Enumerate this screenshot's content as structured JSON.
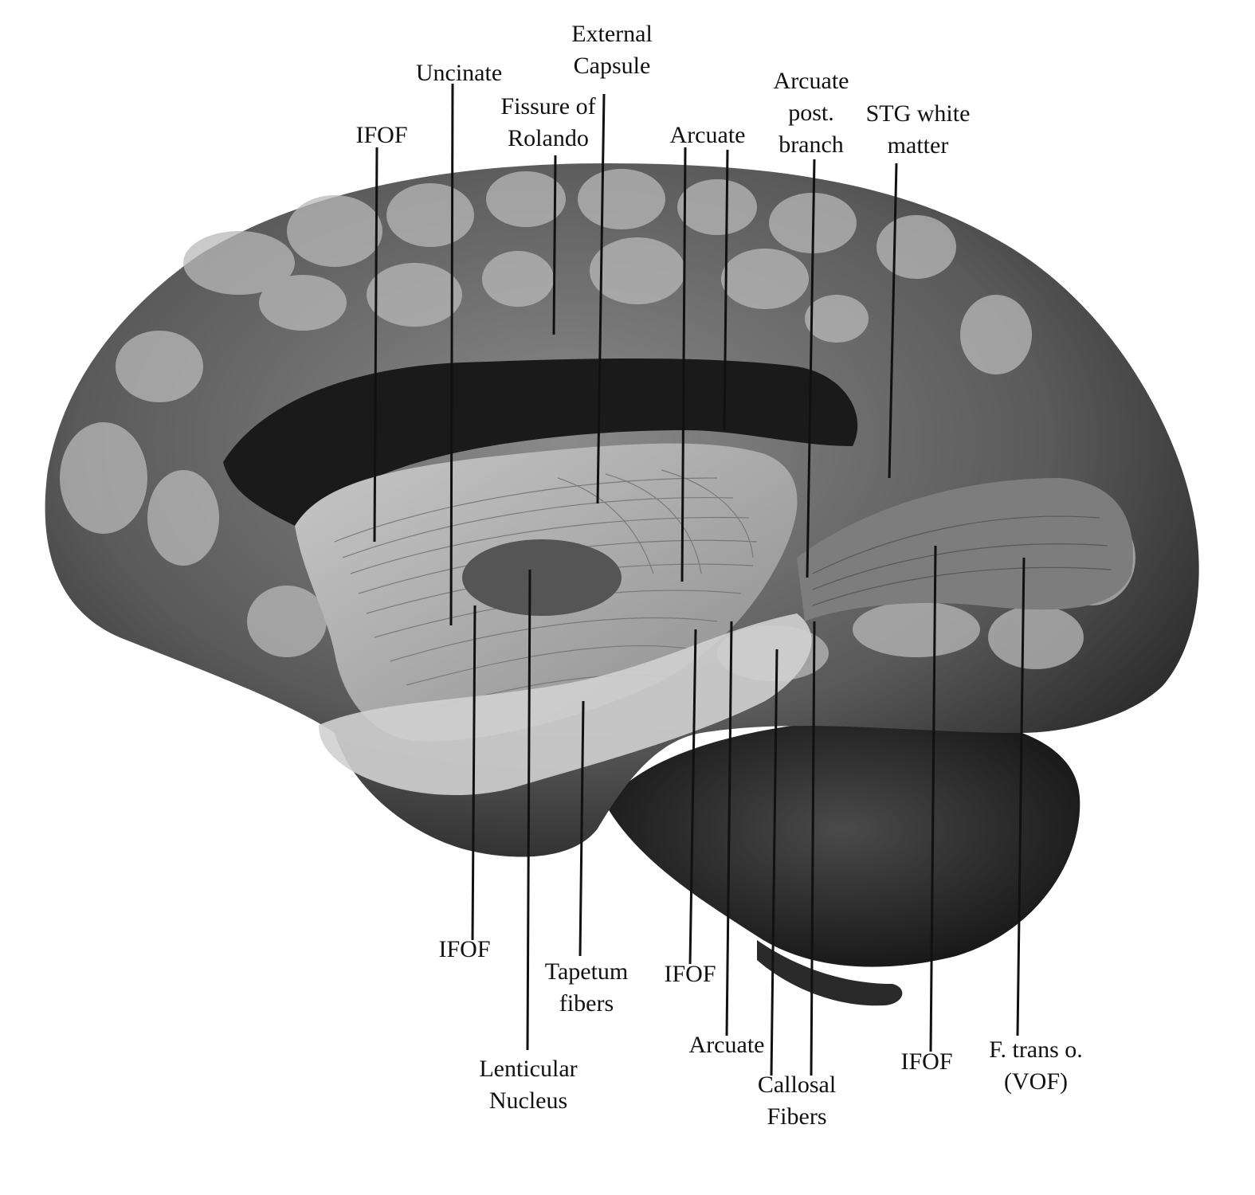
{
  "colors": {
    "background": "#ffffff",
    "leader_line": "#111111",
    "label_text": "#111111"
  },
  "labels": {
    "external_capsule": [
      "External",
      "Capsule"
    ],
    "uncinate": "Uncinate",
    "fissure_of_rolando": [
      "Fissure of",
      "Rolando"
    ],
    "arcuate_top": "Arcuate",
    "arcuate_post_branch": [
      "Arcuate",
      "post.",
      "branch"
    ],
    "stg_white_matter": [
      "STG white",
      "matter"
    ],
    "ifof_top": "IFOF",
    "ifof_bottom_1": "IFOF",
    "tapetum_fibers": [
      "Tapetum",
      "fibers"
    ],
    "ifof_bottom_2": "IFOF",
    "lenticular_nucleus": [
      "Lenticular",
      "Nucleus"
    ],
    "arcuate_bottom": "Arcuate",
    "callosal_fibers": [
      "Callosal",
      "Fibers"
    ],
    "ifof_bottom_3": "IFOF",
    "f_trans_o": [
      "F. trans o.",
      "(VOF)"
    ]
  }
}
